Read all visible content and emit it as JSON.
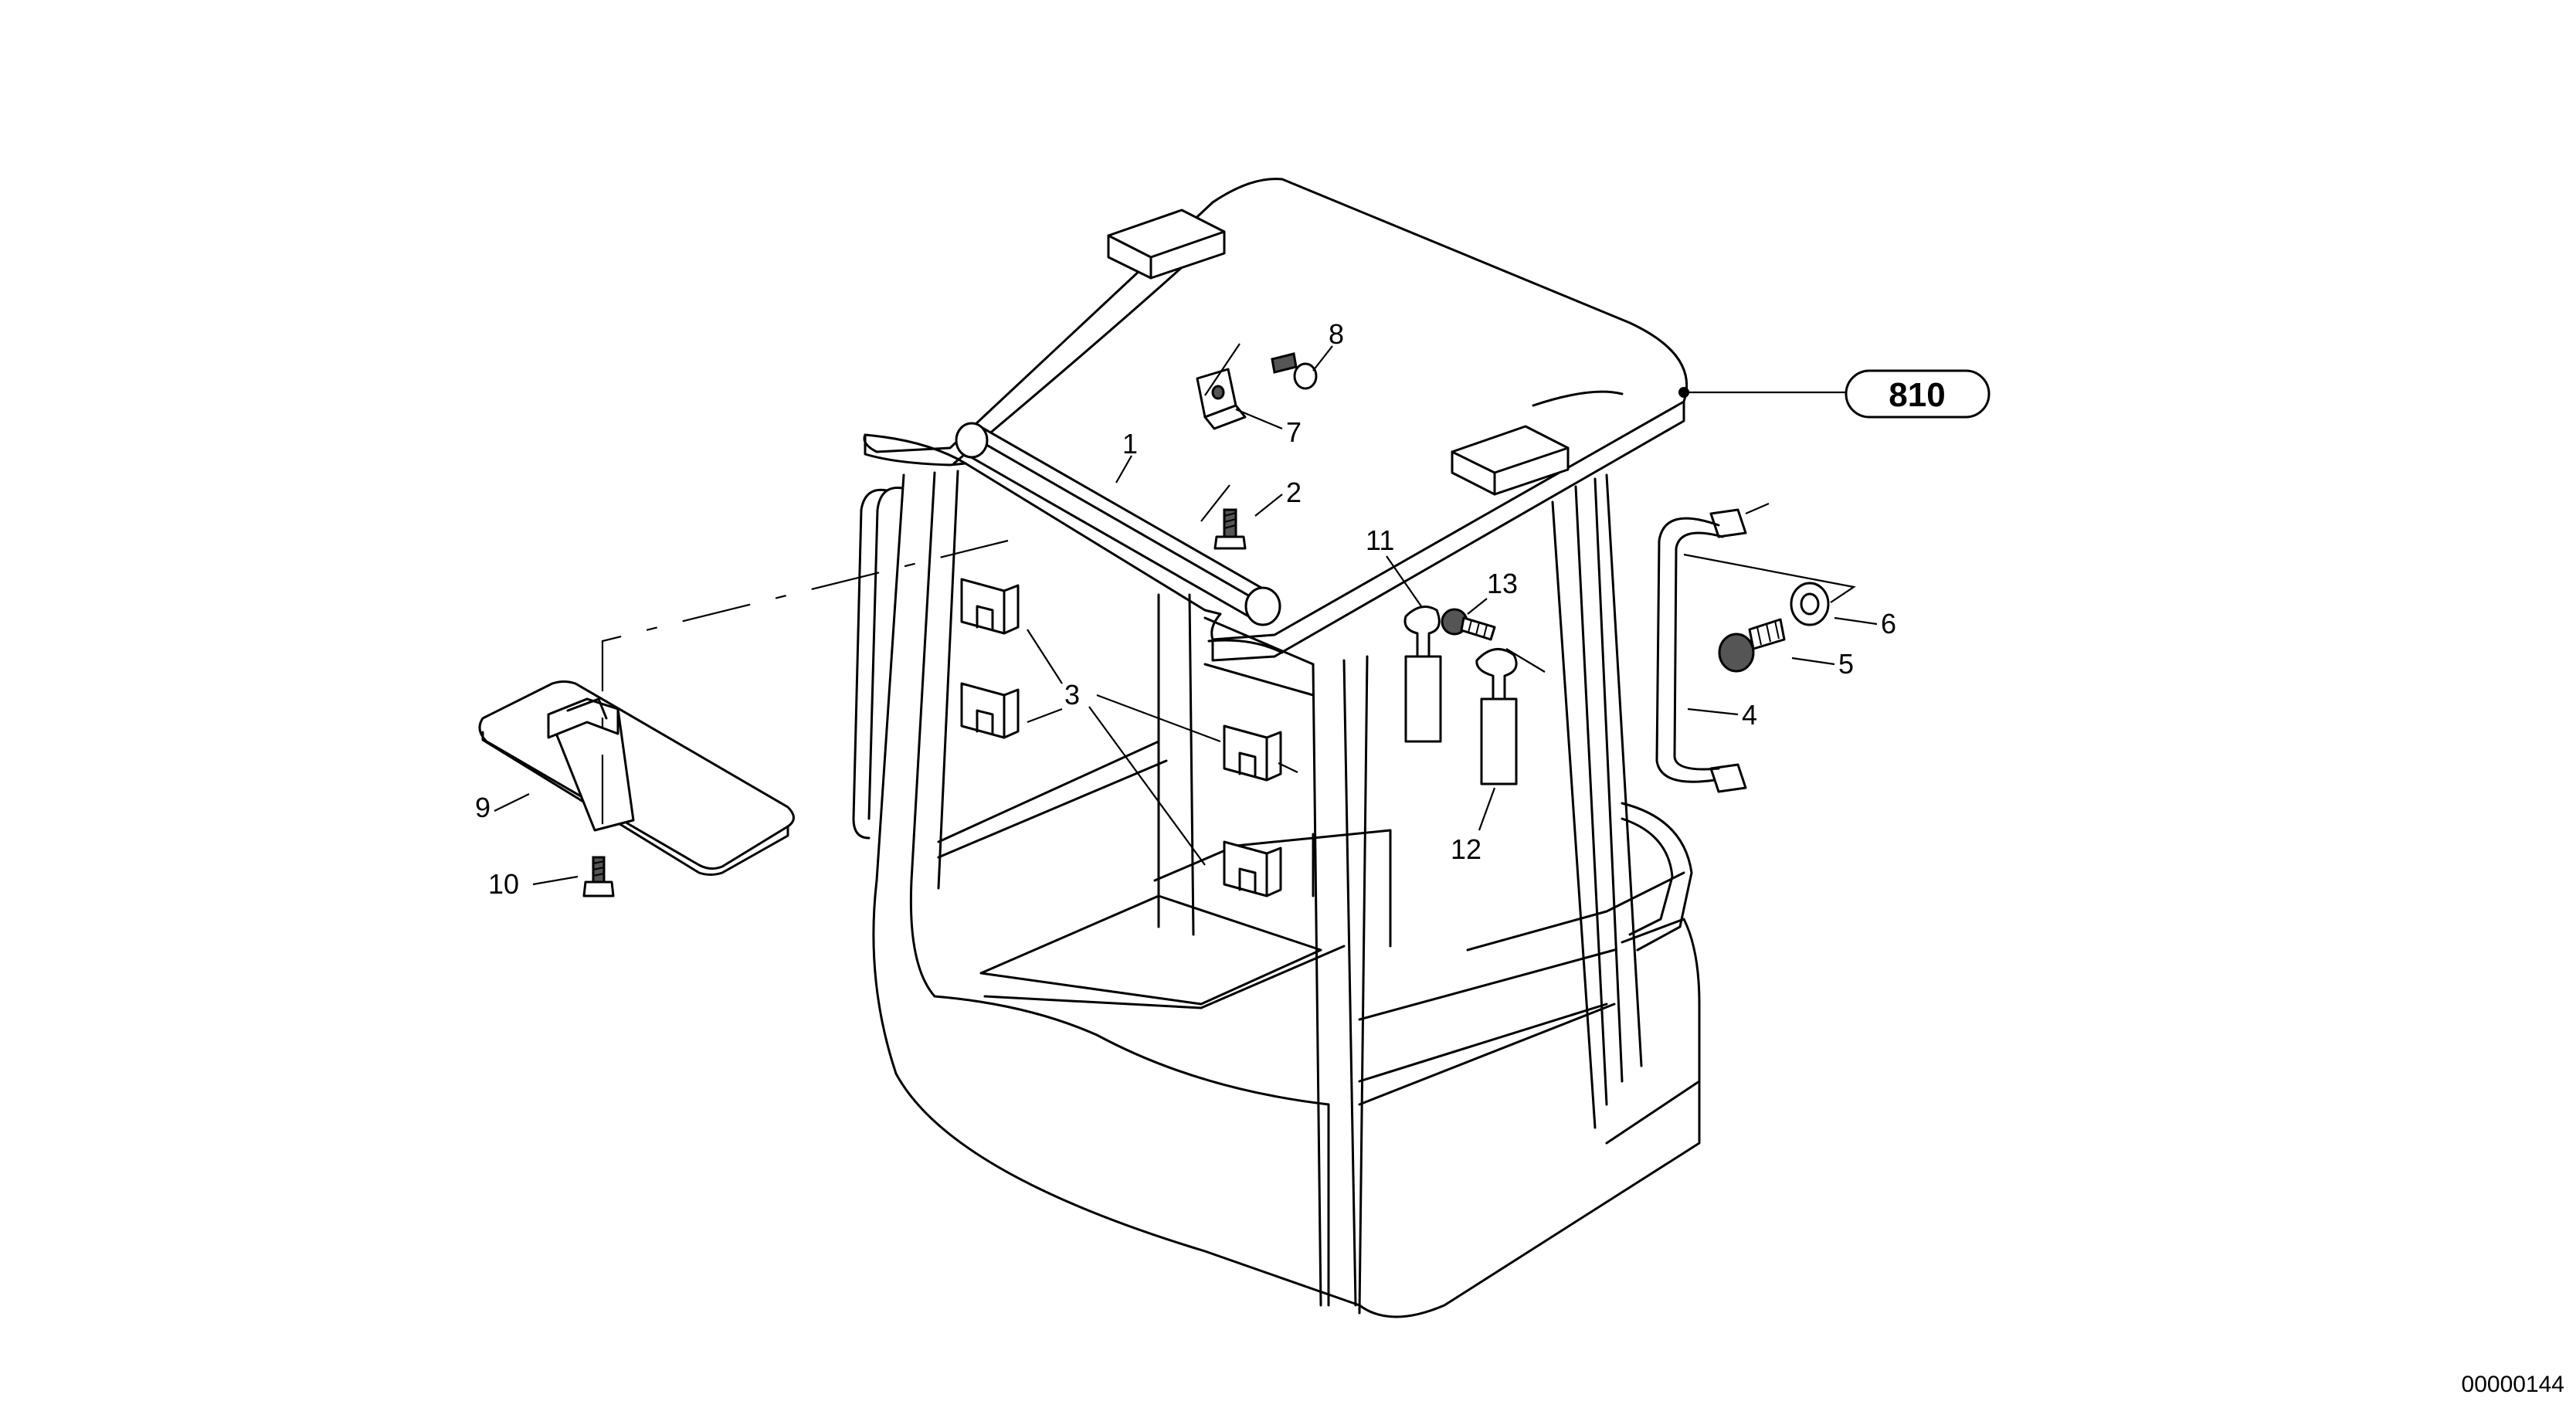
{
  "diagram": {
    "reference_label": "810",
    "document_id": "00000144",
    "callouts": [
      "1",
      "2",
      "3",
      "4",
      "5",
      "6",
      "7",
      "8",
      "9",
      "10",
      "11",
      "12",
      "13"
    ]
  }
}
